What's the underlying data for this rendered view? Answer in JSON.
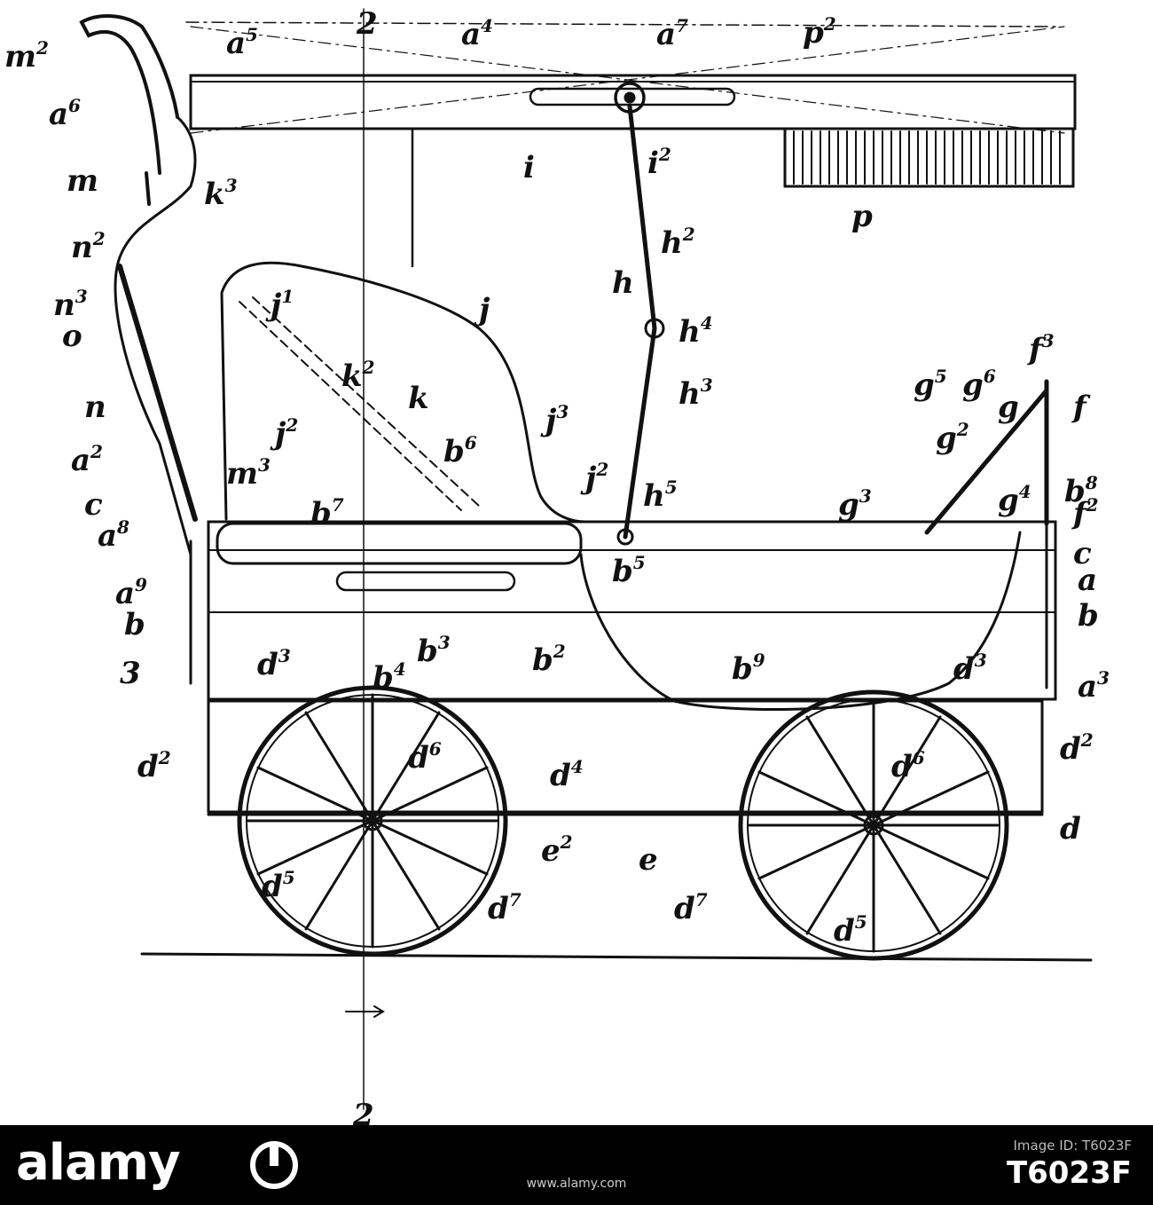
{
  "figure": {
    "labels": [
      {
        "id": "m2",
        "base": "m",
        "sup": "2"
      },
      {
        "id": "a5",
        "base": "a",
        "sup": "5"
      },
      {
        "id": "n2-top",
        "base": "2",
        "sup": ""
      },
      {
        "id": "a4",
        "base": "a",
        "sup": "4"
      },
      {
        "id": "a7",
        "base": "a",
        "sup": "7"
      },
      {
        "id": "p2",
        "base": "p",
        "sup": "2"
      },
      {
        "id": "a6",
        "base": "a",
        "sup": "6"
      },
      {
        "id": "m",
        "base": "m",
        "sup": ""
      },
      {
        "id": "i",
        "base": "i",
        "sup": ""
      },
      {
        "id": "i2",
        "base": "i",
        "sup": "2"
      },
      {
        "id": "p",
        "base": "p",
        "sup": ""
      },
      {
        "id": "k3",
        "base": "k",
        "sup": "3"
      },
      {
        "id": "h2",
        "base": "h",
        "sup": "2"
      },
      {
        "id": "n2",
        "base": "n",
        "sup": "2"
      },
      {
        "id": "n3",
        "base": "n",
        "sup": "3"
      },
      {
        "id": "j1",
        "base": "j",
        "sup": "1"
      },
      {
        "id": "j",
        "base": "j",
        "sup": ""
      },
      {
        "id": "h",
        "base": "h",
        "sup": ""
      },
      {
        "id": "o",
        "base": "o",
        "sup": ""
      },
      {
        "id": "h4",
        "base": "h",
        "sup": "4"
      },
      {
        "id": "k2",
        "base": "k",
        "sup": "2"
      },
      {
        "id": "n",
        "base": "n",
        "sup": ""
      },
      {
        "id": "k",
        "base": "k",
        "sup": ""
      },
      {
        "id": "h3",
        "base": "h",
        "sup": "3"
      },
      {
        "id": "f3",
        "base": "f",
        "sup": "3"
      },
      {
        "id": "g5",
        "base": "g",
        "sup": "5"
      },
      {
        "id": "g6",
        "base": "g",
        "sup": "6"
      },
      {
        "id": "g",
        "base": "g",
        "sup": ""
      },
      {
        "id": "f",
        "base": "f",
        "sup": ""
      },
      {
        "id": "j3",
        "base": "j",
        "sup": "3"
      },
      {
        "id": "a2",
        "base": "a",
        "sup": "2"
      },
      {
        "id": "b6",
        "base": "b",
        "sup": "6"
      },
      {
        "id": "j2-r",
        "base": "j",
        "sup": "2"
      },
      {
        "id": "g2",
        "base": "g",
        "sup": "2"
      },
      {
        "id": "j2-l",
        "base": "j",
        "sup": "2"
      },
      {
        "id": "m3",
        "base": "m",
        "sup": "3"
      },
      {
        "id": "h5",
        "base": "h",
        "sup": "5"
      },
      {
        "id": "c-l",
        "base": "c",
        "sup": ""
      },
      {
        "id": "b7",
        "base": "b",
        "sup": "7"
      },
      {
        "id": "g3",
        "base": "g",
        "sup": "3"
      },
      {
        "id": "g4",
        "base": "g",
        "sup": "4"
      },
      {
        "id": "b8",
        "base": "b",
        "sup": "8"
      },
      {
        "id": "a8",
        "base": "a",
        "sup": "8"
      },
      {
        "id": "f2",
        "base": "f",
        "sup": "2"
      },
      {
        "id": "c-r",
        "base": "c",
        "sup": ""
      },
      {
        "id": "b5",
        "base": "b",
        "sup": "5"
      },
      {
        "id": "a9",
        "base": "a",
        "sup": "9"
      },
      {
        "id": "a-r",
        "base": "a",
        "sup": ""
      },
      {
        "id": "b-l",
        "base": "b",
        "sup": ""
      },
      {
        "id": "b-r",
        "base": "b",
        "sup": ""
      },
      {
        "id": "d3-l",
        "base": "d",
        "sup": "3"
      },
      {
        "id": "b2",
        "base": "b",
        "sup": "2"
      },
      {
        "id": "b3",
        "base": "b",
        "sup": "3"
      },
      {
        "id": "b9",
        "base": "b",
        "sup": "9"
      },
      {
        "id": "d3-r",
        "base": "d",
        "sup": "3"
      },
      {
        "id": "b4",
        "base": "b",
        "sup": "4"
      },
      {
        "id": "a3-l",
        "base": "3",
        "sup": ""
      },
      {
        "id": "a3-r",
        "base": "a",
        "sup": "3"
      },
      {
        "id": "d2-l",
        "base": "d",
        "sup": "2"
      },
      {
        "id": "d6-l",
        "base": "d",
        "sup": "6"
      },
      {
        "id": "d6-r",
        "base": "d",
        "sup": "6"
      },
      {
        "id": "d2-r",
        "base": "d",
        "sup": "2"
      },
      {
        "id": "d4",
        "base": "d",
        "sup": "4"
      },
      {
        "id": "d",
        "base": "d",
        "sup": ""
      },
      {
        "id": "e2",
        "base": "e",
        "sup": "2"
      },
      {
        "id": "e",
        "base": "e",
        "sup": ""
      },
      {
        "id": "d5-l",
        "base": "d",
        "sup": "5"
      },
      {
        "id": "d7-l",
        "base": "d",
        "sup": "7"
      },
      {
        "id": "d7-r",
        "base": "d",
        "sup": "7"
      },
      {
        "id": "d5-r",
        "base": "d",
        "sup": "5"
      },
      {
        "id": "two-bottom",
        "base": "2",
        "sup": ""
      }
    ]
  },
  "footer": {
    "brand": "alamy",
    "image_id_prefix": "Image ID: T6023F",
    "image_id": "T6023F",
    "url": "www.alamy.com",
    "colors": {
      "background": "#000000",
      "text": "#ffffff"
    }
  }
}
